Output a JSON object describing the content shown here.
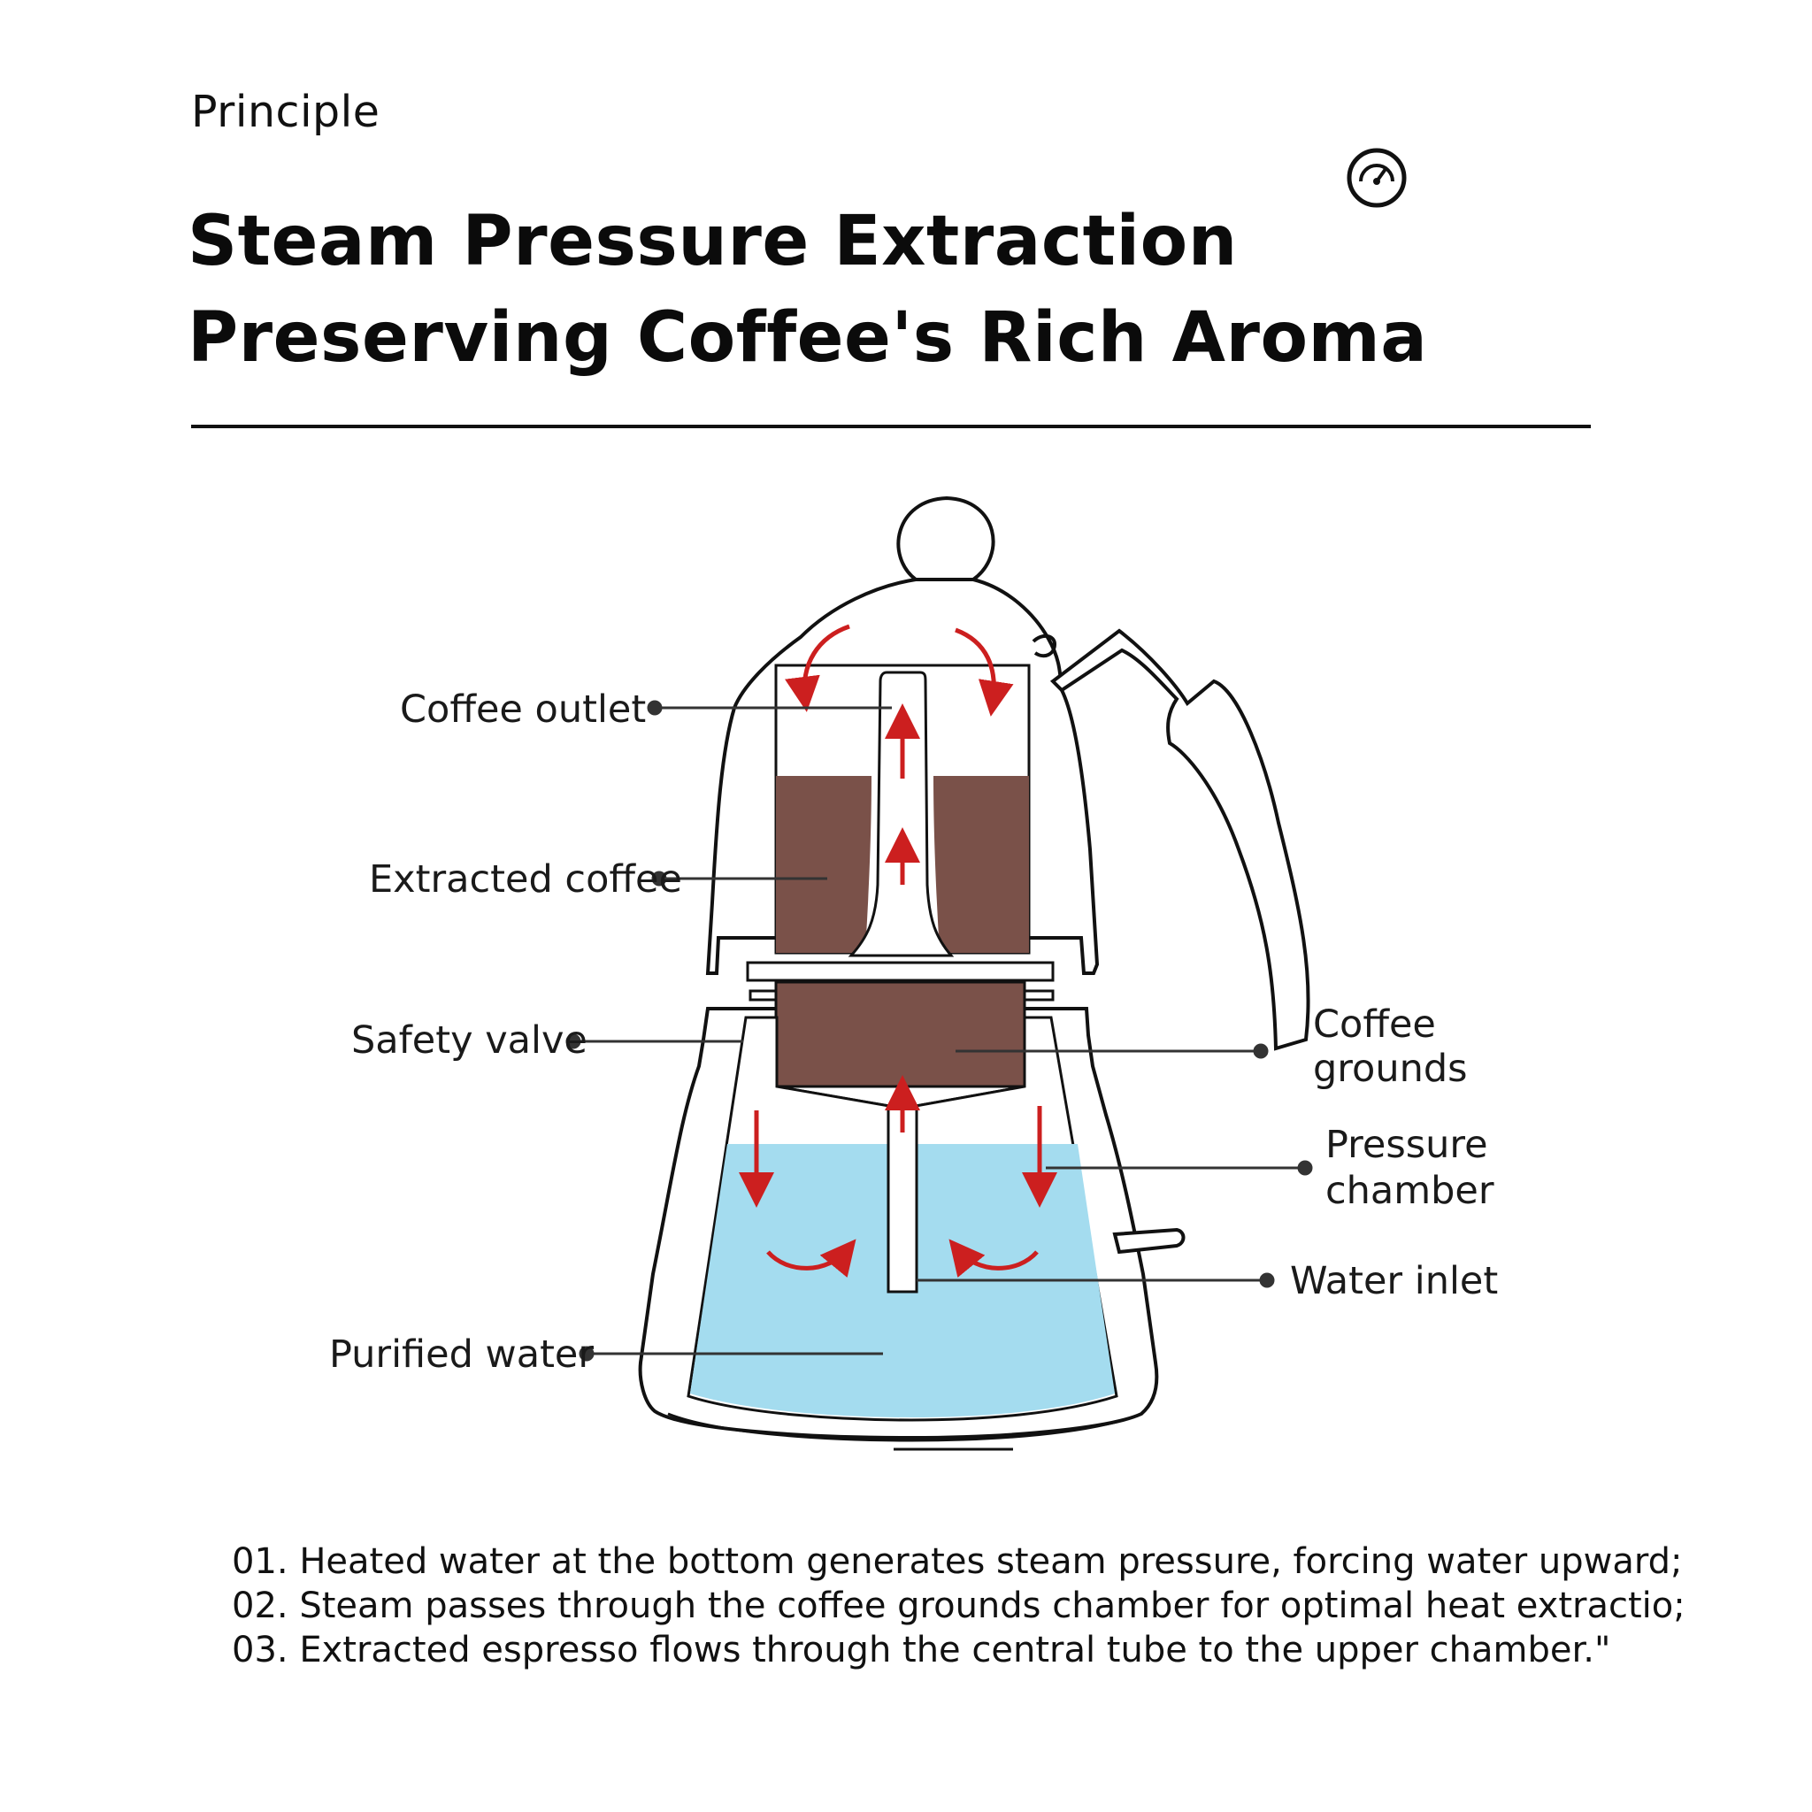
{
  "header": {
    "eyebrow": "Principle",
    "title_line1": "Steam Pressure Extraction",
    "title_line2": "Preserving Coffee's Rich Aroma",
    "icon": "pressure-gauge-icon"
  },
  "labels": {
    "coffee_outlet": "Coffee outlet",
    "extracted_coffee": "Extracted coffee",
    "safety_valve": "Safety valve",
    "purified_water": "Purified water",
    "coffee_grounds_1": "Coffee",
    "coffee_grounds_2": "grounds",
    "pressure_chamber_1": "Pressure",
    "pressure_chamber_2": "chamber",
    "water_inlet": "Water inlet"
  },
  "steps": [
    "01. Heated water at the bottom generates steam pressure, forcing water upward;",
    "02. Steam passes through the coffee grounds chamber for optimal heat extractio;",
    "03. Extracted espresso flows through the central tube to the upper chamber.\""
  ],
  "colors": {
    "coffee": "#7a5149",
    "water": "#a4dcef",
    "arrow": "#cc1f1f",
    "outline": "#111111"
  }
}
